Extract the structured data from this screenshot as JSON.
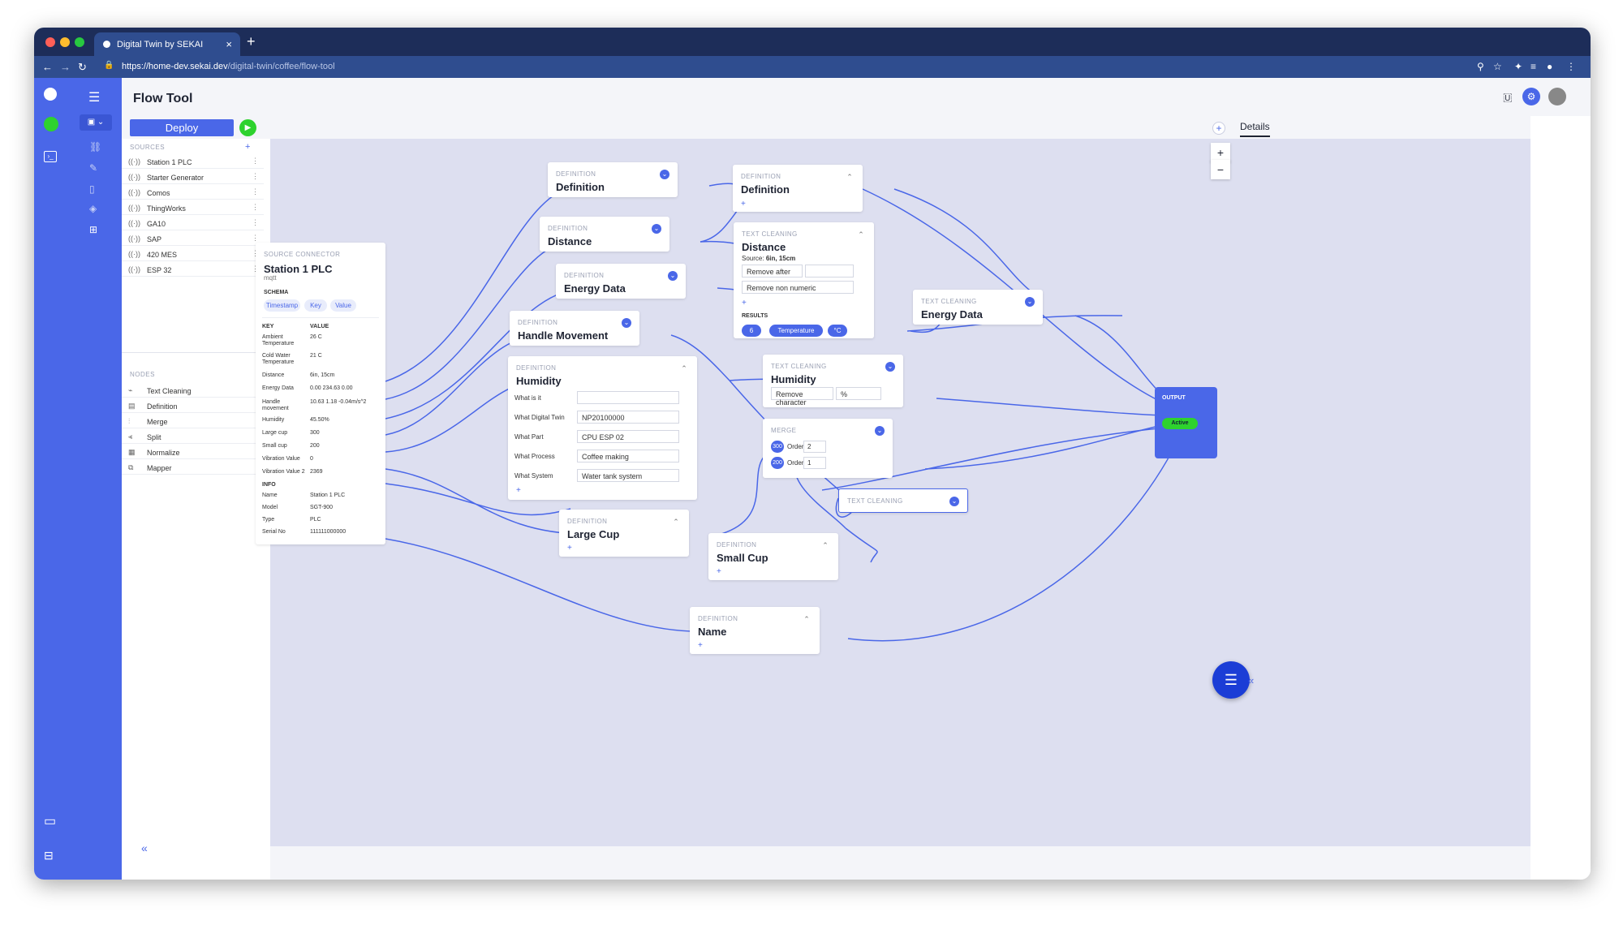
{
  "browser": {
    "tab_title": "Digital Twin by SEKAI",
    "new_tab": "+",
    "url_host": "https://home-dev.sekai.dev",
    "url_path": "/digital-twin/coffee/flow-tool"
  },
  "page": {
    "title": "Flow Tool",
    "deploy_label": "Deploy",
    "details_tab": "Details"
  },
  "sources": {
    "header": "SOURCES",
    "add": "+",
    "items": [
      "Station 1 PLC",
      "Starter Generator",
      "Comos",
      "ThingWorks",
      "GA10",
      "SAP",
      "420 MES",
      "ESP 32"
    ]
  },
  "nodes_panel": {
    "header": "NODES",
    "items": [
      "Text Cleaning",
      "Definition",
      "Merge",
      "Split",
      "Normalize",
      "Mapper"
    ]
  },
  "collapse": "«",
  "source_connector": {
    "type": "SOURCE CONNECTOR",
    "title": "Station 1 PLC",
    "subtitle": "mqtt",
    "schema_label": "SCHEMA",
    "schema_tabs": [
      "Timestamp",
      "Key",
      "Value"
    ],
    "key_header": "KEY",
    "value_header": "VALUE",
    "rows": [
      {
        "key": "Ambient Temperature",
        "value": "26 C"
      },
      {
        "key": "Cold Water Temperature",
        "value": "21 C"
      },
      {
        "key": "Distance",
        "value": "6in, 15cm"
      },
      {
        "key": "Energy Data",
        "value": "0.00 234.63 0.00"
      },
      {
        "key": "Handle movement",
        "value": "10.63 1.18 -0.04m/s^2"
      },
      {
        "key": "Humidity",
        "value": "45.50%"
      },
      {
        "key": "Large cup",
        "value": "300"
      },
      {
        "key": "Small cup",
        "value": "200"
      },
      {
        "key": "Vibration Value",
        "value": "0"
      },
      {
        "key": "Vibration Value 2",
        "value": "2369"
      }
    ],
    "info_label": "INFO",
    "info_rows": [
      {
        "key": "Name",
        "value": "Station 1 PLC"
      },
      {
        "key": "Model",
        "value": "SGT-900"
      },
      {
        "key": "Type",
        "value": "PLC"
      },
      {
        "key": "Serial No",
        "value": "111111000000"
      }
    ]
  },
  "node_labels": {
    "definition": "DEFINITION",
    "text_cleaning": "TEXT CLEANING",
    "merge": "MERGE",
    "output": "OUTPUT"
  },
  "nodes": {
    "def1": {
      "title": "Definition"
    },
    "def2": {
      "title": "Definition"
    },
    "distance_def": {
      "title": "Distance"
    },
    "energy_def": {
      "title": "Energy Data"
    },
    "handle_def": {
      "title": "Handle Movement"
    },
    "humidity_def": {
      "title": "Humidity",
      "fields": [
        {
          "label": "What is it",
          "value": ""
        },
        {
          "label": "What Digital Twin",
          "value": "NP20100000"
        },
        {
          "label": "What Part",
          "value": "CPU ESP 02"
        },
        {
          "label": "What Process",
          "value": "Coffee making"
        },
        {
          "label": "What System",
          "value": "Water tank system"
        }
      ]
    },
    "distance_tc": {
      "title": "Distance",
      "source_label": "Source:",
      "source_value": "6in, 15cm",
      "op1": "Remove after",
      "op1_value": "",
      "op2": "Remove non numeric",
      "results_label": "RESULTS",
      "result_value": "6",
      "result_type": "Temperature",
      "result_unit": "°C"
    },
    "energy_tc": {
      "title": "Energy Data"
    },
    "humidity_tc": {
      "title": "Humidity",
      "op": "Remove character",
      "value": "%"
    },
    "merge": {
      "order_label": "Order",
      "items": [
        {
          "badge": "300",
          "order": "2"
        },
        {
          "badge": "200",
          "order": "1"
        }
      ]
    },
    "tc_empty": {
      "title": ""
    },
    "large_cup": {
      "title": "Large Cup"
    },
    "small_cup": {
      "title": "Small Cup"
    },
    "name_def": {
      "title": "Name"
    },
    "output": {
      "status": "Active"
    }
  },
  "colors": {
    "accent": "#4a67e8",
    "rail": "#4a67e8",
    "canvas": "#dddff0",
    "active": "#2ed22e",
    "chrome": "#1d2d59"
  }
}
